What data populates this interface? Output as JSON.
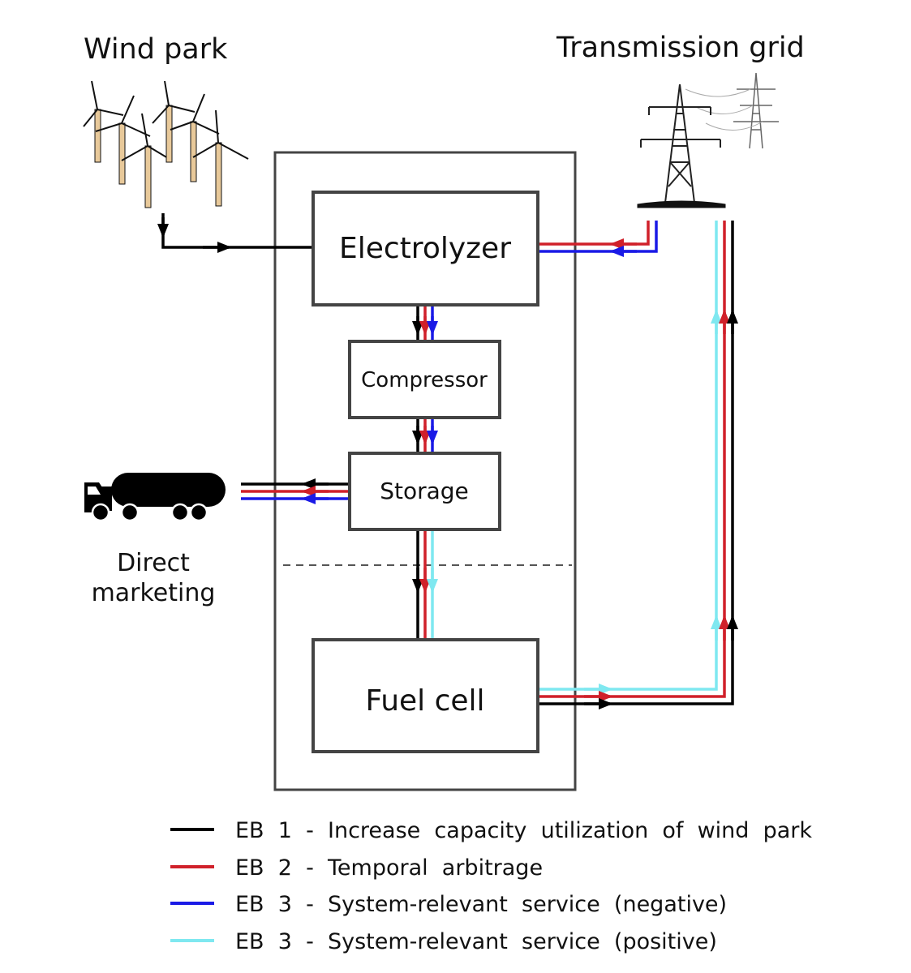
{
  "labels": {
    "wind_park": "Wind park",
    "transmission_grid": "Transmission grid",
    "direct_marketing_line1": "Direct",
    "direct_marketing_line2": "marketing"
  },
  "components": {
    "electrolyzer": "Electrolyzer",
    "compressor": "Compressor",
    "storage": "Storage",
    "fuel_cell": "Fuel  cell"
  },
  "icons": {
    "wind_park": "wind-turbines-icon",
    "transmission_grid": "power-pylons-icon",
    "direct_marketing": "tanker-truck-icon"
  },
  "colors": {
    "eb1": "#000000",
    "eb2": "#d0202a",
    "eb3_negative": "#1a1ae6",
    "eb3_positive": "#7fe8f0"
  },
  "legend": [
    {
      "text": "EB  1  -  Increase  capacity  utilization  of  wind  park",
      "color": "#000000"
    },
    {
      "text": "EB  2  -  Temporal  arbitrage",
      "color": "#d0202a"
    },
    {
      "text": "EB  3  -  System-relevant  service  (negative)",
      "color": "#1a1ae6"
    },
    {
      "text": "EB  3  -  System-relevant  service  (positive)",
      "color": "#7fe8f0"
    }
  ]
}
